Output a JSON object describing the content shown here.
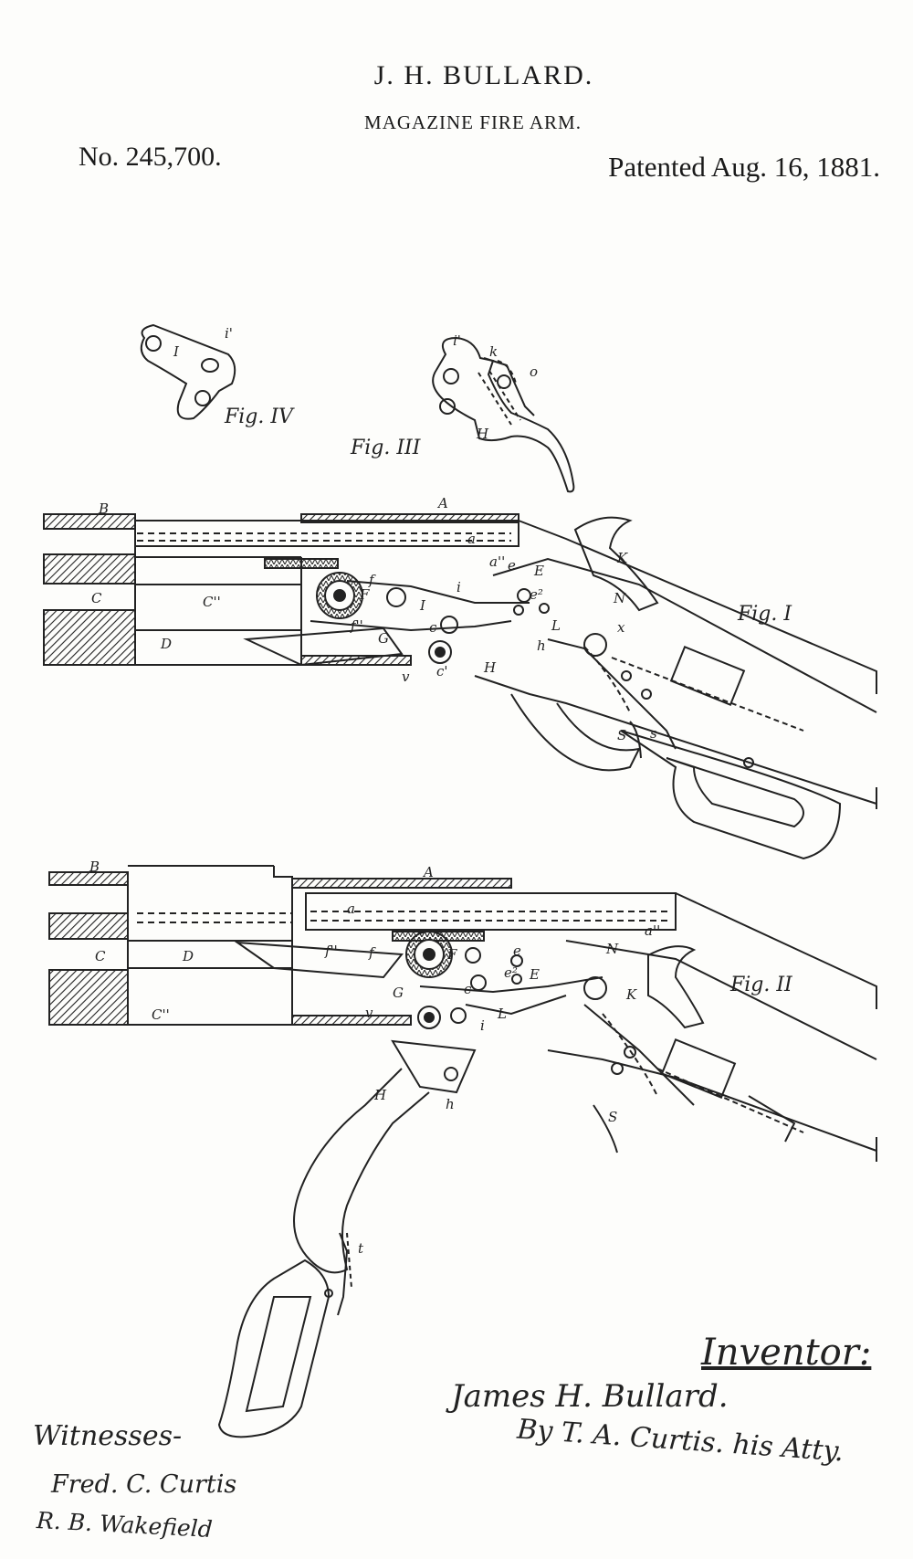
{
  "header": {
    "inventor_surname": "J. H. BULLARD.",
    "title": "MAGAZINE FIRE ARM.",
    "patent_number": "No. 245,700.",
    "patented_date": "Patented Aug. 16, 1881."
  },
  "figures": {
    "fig1": "Fig. I",
    "fig2": "Fig. II",
    "fig3": "Fig. III",
    "fig4": "Fig. IV"
  },
  "reference_letters": {
    "fig1": [
      "B",
      "A",
      "a",
      "a''",
      "C",
      "C''",
      "D",
      "F",
      "f",
      "f''",
      "G",
      "I",
      "i",
      "c",
      "c'",
      "v",
      "H",
      "E",
      "e",
      "e²",
      "L",
      "N",
      "K",
      "h",
      "S",
      "s",
      "x"
    ],
    "fig2": [
      "B",
      "A",
      "a",
      "a''",
      "C",
      "C''",
      "D",
      "F",
      "f",
      "f''",
      "G",
      "e",
      "e²",
      "E",
      "N",
      "K",
      "L",
      "v",
      "c",
      "i",
      "H",
      "h",
      "S",
      "t"
    ],
    "fig3": [
      "i'",
      "k",
      "o",
      "H"
    ],
    "fig4": [
      "I",
      "i'"
    ]
  },
  "signatures": {
    "inventor_label": "Inventor:",
    "inventor_name": "James H. Bullard.",
    "attorney": "By T. A. Curtis. his Atty.",
    "witnesses_label": "Witnesses-",
    "witness_1": "Fred. C. Curtis",
    "witness_2": "R. B. Wakefield"
  }
}
